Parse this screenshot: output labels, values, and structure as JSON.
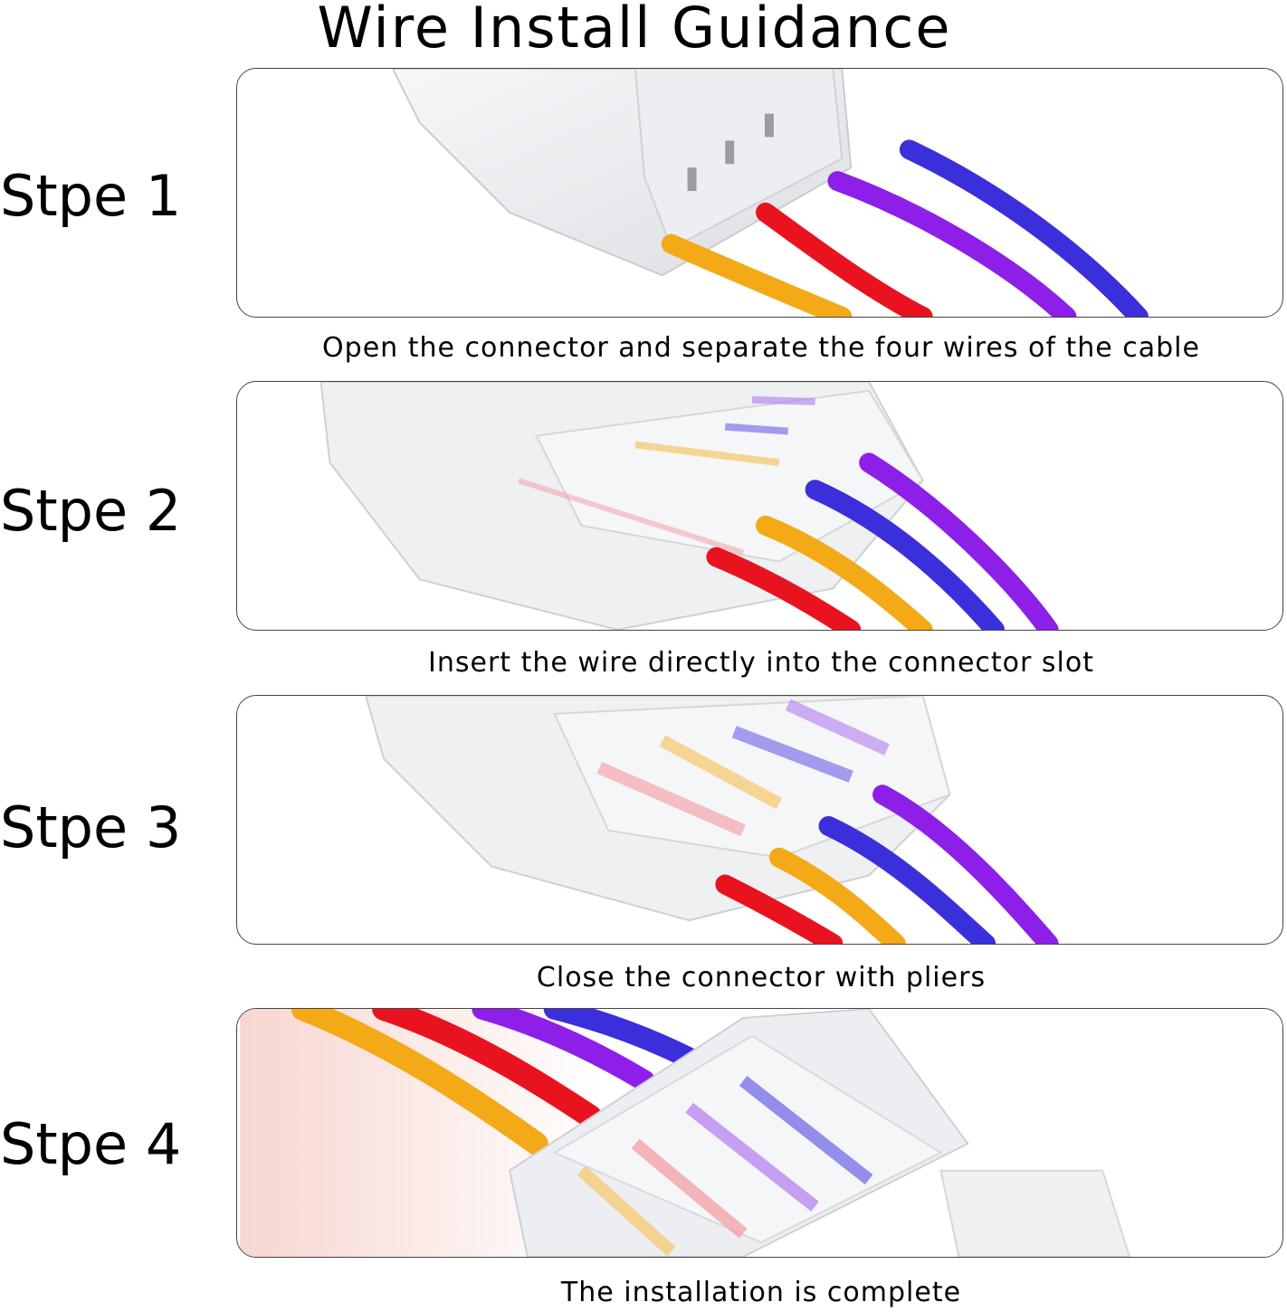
{
  "title": "Wire Install Guidance",
  "colors": {
    "wire_yellow": "#f4a917",
    "wire_red": "#e8131f",
    "wire_purple": "#8d1fe8",
    "wire_blue": "#3a2fdb",
    "connector_clear": "#e9ebee"
  },
  "steps": [
    {
      "label": "Stpe 1",
      "caption": "Open the connector and separate the four wires of the cable"
    },
    {
      "label": "Stpe 2",
      "caption": "Insert the wire directly into the connector slot"
    },
    {
      "label": "Stpe 3",
      "caption": "Close the connector with pliers"
    },
    {
      "label": "Stpe 4",
      "caption": "The installation is complete"
    }
  ]
}
